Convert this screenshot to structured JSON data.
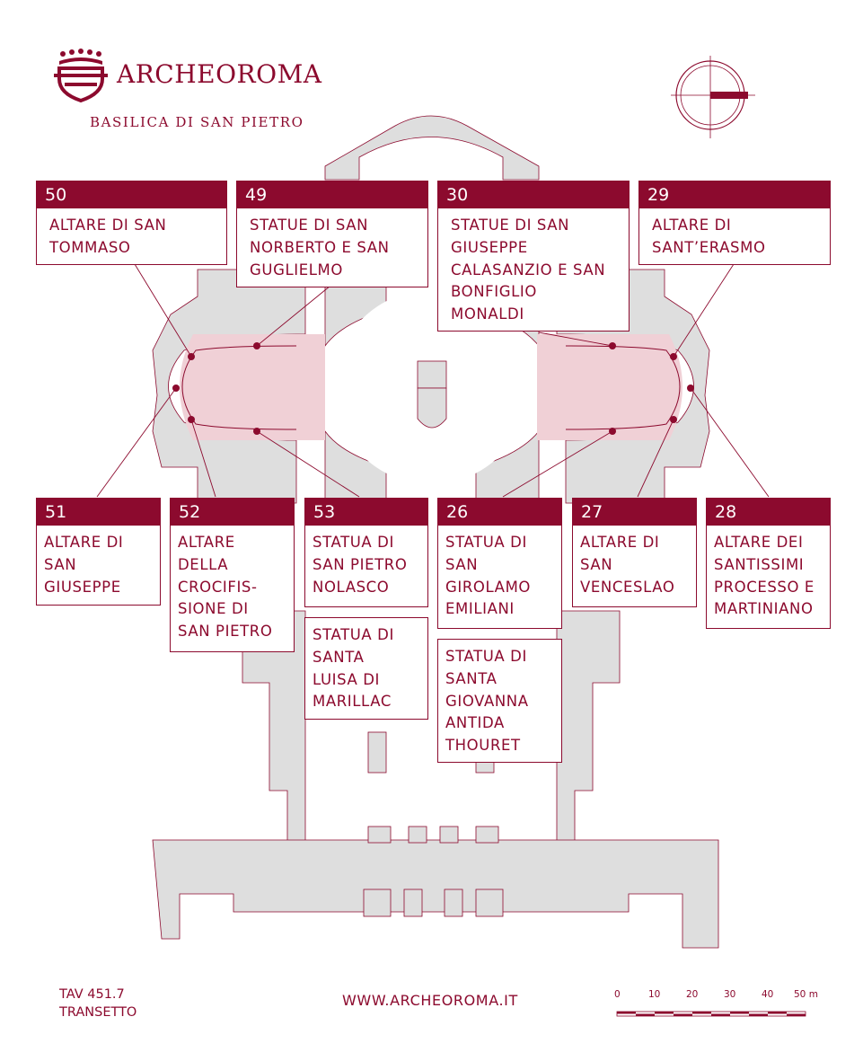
{
  "header": {
    "brand": "ARCHEOROMA",
    "subtitle": "BASILICA DI SAN PIETRO"
  },
  "icons": {
    "logo": "archeoroma-crest-icon",
    "compass": "compass-rose-icon"
  },
  "colors": {
    "accent": "#8c0a2e",
    "wall_fill": "#dedede",
    "transept_highlight": "#f0d0d6",
    "background": "#ffffff"
  },
  "labels": [
    {
      "id": "50",
      "text": "ALTARE DI SAN\nTOMMASO"
    },
    {
      "id": "49",
      "text": "STATUE DI SAN\nNORBERTO E SAN\nGUGLIELMO"
    },
    {
      "id": "30",
      "text": "STATUE DI SAN\nGIUSEPPE\nCALASANZIO E SAN\nBONFIGLIO\nMONALDI"
    },
    {
      "id": "29",
      "text": "ALTARE DI\nSANT’ERASMO"
    },
    {
      "id": "51",
      "text": "ALTARE DI\nSAN\nGIUSEPPE"
    },
    {
      "id": "52",
      "text": "ALTARE\nDELLA\nCROCIFIS-\nSIONE DI\nSAN PIETRO"
    },
    {
      "id": "53",
      "text": "STATUA DI\nSAN PIETRO\nNOLASCO"
    },
    {
      "id": "26",
      "text": "STATUA DI\nSAN\nGIROLAMO\nEMILIANI"
    },
    {
      "id": "27",
      "text": "ALTARE DI\nSAN\nVENCESLAO"
    },
    {
      "id": "28",
      "text": "ALTARE DEI\nSANTISSIMI\nPROCESSO E\nMARTINIANO"
    }
  ],
  "extra_labels": {
    "luisa": "STATUA DI\nSANTA\nLUISA DI\nMARILLAC",
    "giovanna": "STATUA DI\nSANTA\nGIOVANNA\nANTIDA\nTHOURET"
  },
  "footer": {
    "tav": "TAV 451.7",
    "section": "TRANSETTO",
    "url": "WWW.ARCHEOROMA.IT"
  },
  "scale_bar": {
    "ticks": [
      "0",
      "10",
      "20",
      "30",
      "40",
      "50 m"
    ]
  }
}
